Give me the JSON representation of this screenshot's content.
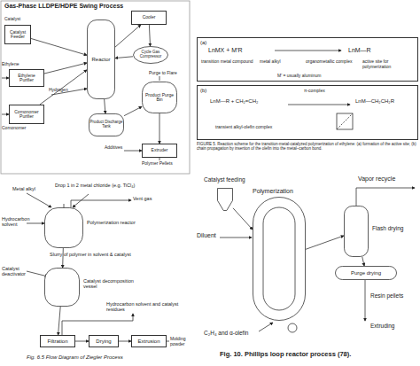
{
  "diagram": {
    "title": "Gas-Phase LLDPE/HDPE Swing Process",
    "nodes": [
      {
        "text": [
          "Catalyst Feeder"
        ]
      },
      {
        "text": [
          "Cycle Gas Compressor"
        ]
      },
      {
        "text": [
          "Reactor"
        ]
      },
      {
        "text": [
          "Cooler"
        ]
      },
      {
        "text": [
          "Ethylene Purifier"
        ]
      },
      {
        "text": [
          "Comonomer Purifier"
        ]
      },
      {
        "text": [
          "Product Discharge Tank"
        ]
      },
      {
        "text": [
          "Product Purge Bin"
        ]
      },
      {
        "text": [
          "Extruder"
        ]
      },
      {
        "text": [
          "(a)",
          "LnMX + M′R",
          "LnM—R",
          "transition metal compound",
          "metal alkyl",
          "M′ = usually aluminum",
          "organometallic complex",
          "active site for polymerization"
        ]
      },
      {
        "text": [
          "(b)",
          "LnM—R + CH₂=CH₂",
          "π-complex",
          "LnM—CH₂CH₂R",
          "transient alkyl-olefin complex"
        ]
      },
      {
        "text": [
          "Polymerization reactor"
        ]
      },
      {
        "text": [
          "Catalyst decomposition vessel"
        ]
      },
      {
        "text": [
          "Filtration"
        ]
      },
      {
        "text": [
          "Drying"
        ]
      },
      {
        "text": [
          "Extrusion"
        ]
      },
      {
        "text": [
          "Catalyst feeding"
        ]
      },
      {
        "text": [
          "Polymerization"
        ]
      },
      {
        "text": [
          "Flash drying"
        ]
      },
      {
        "text": [
          "Purge drying"
        ]
      }
    ],
    "edges": [
      {
        "from": 0,
        "to": 2,
        "arrow": "to"
      },
      {
        "from": 2,
        "to": 3,
        "arrow": "to"
      },
      {
        "from": 3,
        "to": 1,
        "arrow": "to"
      },
      {
        "from": 1,
        "to": 2,
        "arrow": "to"
      },
      {
        "from": 4,
        "to": 2,
        "arrow": "to"
      },
      {
        "from": 5,
        "to": 2,
        "arrow": "to"
      },
      {
        "from": 2,
        "to": 6,
        "arrow": "to"
      },
      {
        "from": 6,
        "to": 7,
        "arrow": "to"
      },
      {
        "from": 7,
        "to": 8,
        "arrow": "to"
      },
      {
        "from": 11,
        "to": 12,
        "arrow": "to"
      },
      {
        "from": 12,
        "to": 13,
        "arrow": "to"
      },
      {
        "from": 13,
        "to": 14,
        "arrow": "to"
      },
      {
        "from": 14,
        "to": 15,
        "arrow": "to"
      },
      {
        "from": 16,
        "to": 17,
        "arrow": "to"
      },
      {
        "from": 17,
        "to": 18,
        "arrow": "to"
      },
      {
        "from": 18,
        "to": 19,
        "arrow": "to"
      }
    ],
    "labels": [
      "Catalyst",
      "Ethylene",
      "Hydrogen",
      "Comonomer",
      "Purge to Flare",
      "Additives",
      "Polymer Pellets",
      "FIGURE 5. Reaction scheme for the transition-metal-catalyzed polymerization of ethylene: (a) formation of the active site; (b) chain propagation by insertion of the olefin into the metal–carbon bond.",
      "Metal alkyl",
      "Drop 1 in 2 metal chloride (e.g. TiCl₄)",
      "Vent gas",
      "Hydrocarbon solvent",
      "Slurry of polymer in solvent & catalyst",
      "Catalyst deactivator",
      "Hydrocarbon solvent and catalyst residues",
      "Molding powder",
      "Fig. 6.5 Flow Diagram of Ziegler Process",
      "Diluent",
      "C₂H₄ and α-olefin",
      "Vapor recycle",
      "Resin pellets",
      "Extruding",
      "Fig. 10.  Phillips loop reactor process (78)."
    ]
  }
}
